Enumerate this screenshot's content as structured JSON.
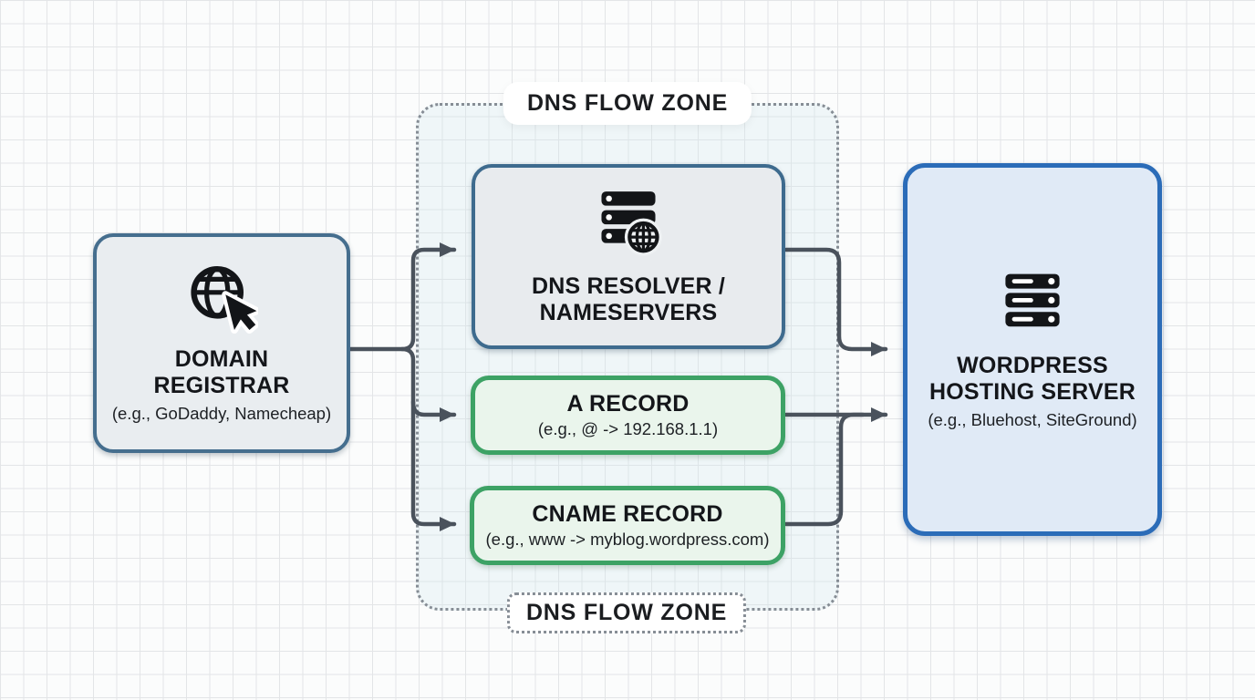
{
  "zone": {
    "top_label": "DNS FLOW ZONE",
    "bottom_label": "DNS FLOW ZONE"
  },
  "nodes": {
    "registrar": {
      "title": "DOMAIN REGISTRAR",
      "subtitle": "(e.g., GoDaddy, Namecheap)",
      "icon": "globe-cursor-icon"
    },
    "resolver": {
      "title": "DNS RESOLVER / NAMESERVERS",
      "icon": "server-globe-icon"
    },
    "a_record": {
      "title": "A RECORD",
      "subtitle": "(e.g., @ -> 192.168.1.1)"
    },
    "cname_record": {
      "title": "CNAME RECORD",
      "subtitle": "(e.g., www -> myblog.wordpress.com)"
    },
    "wordpress": {
      "title": "WORDPRESS HOSTING SERVER",
      "subtitle": "(e.g., Bluehost, SiteGround)",
      "icon": "server-stack-icon"
    }
  },
  "colors": {
    "slate_border": "#3e6b8e",
    "blue_border": "#2b6cb8",
    "green_border": "#3da265",
    "arrow": "#4a525c",
    "zone_dotted": "#868d95",
    "zone_fill": "#e9f1f4",
    "registrar_fill": "#e9edf0",
    "resolver_fill": "#e8ebee",
    "record_fill": "#eaf5ec",
    "wordpress_fill": "#e0eaf6"
  }
}
